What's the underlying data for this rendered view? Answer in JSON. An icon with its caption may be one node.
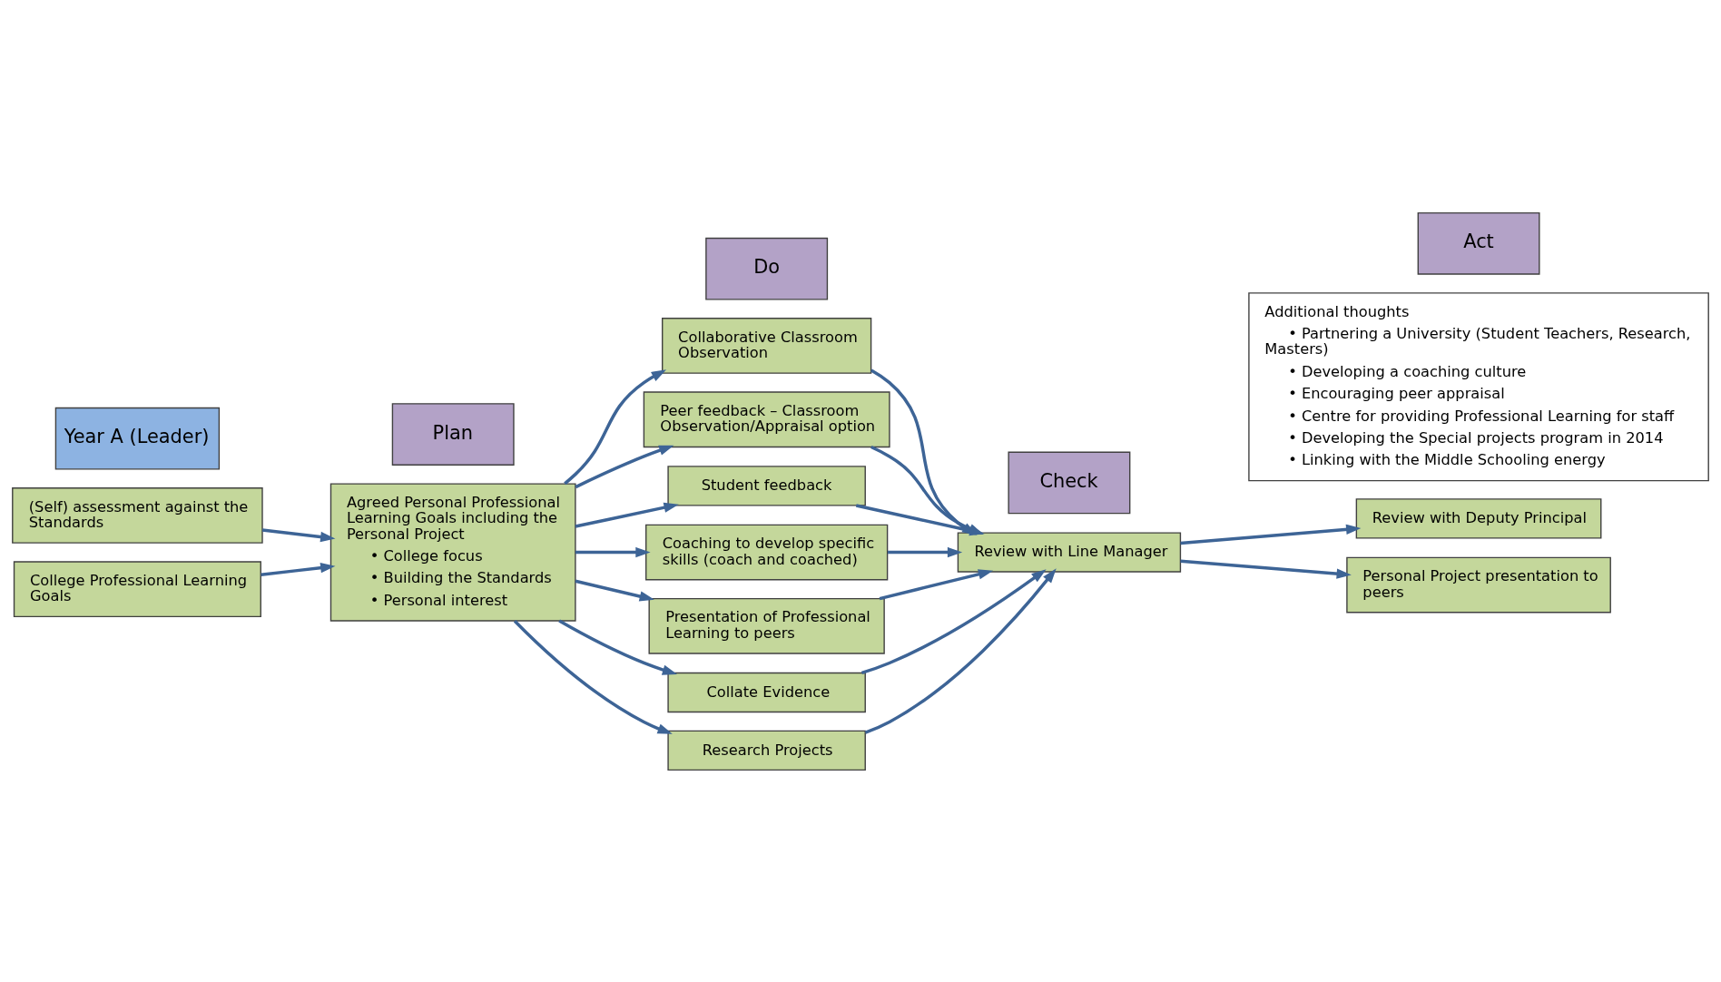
{
  "diagram": {
    "nodes": [
      {
        "text": [
          "Year A (Leader)"
        ]
      },
      {
        "text": [
          "Plan"
        ]
      },
      {
        "text": [
          "Do"
        ]
      },
      {
        "text": [
          "Check"
        ]
      },
      {
        "text": [
          "Act"
        ]
      },
      {
        "text": [
          "(Self) assessment against the Standards"
        ]
      },
      {
        "text": [
          "College Professional Learning Goals"
        ]
      },
      {
        "text": [
          "Agreed Personal Professional Learning Goals including the Personal Project",
          "• College focus",
          "• Building the Standards",
          "• Personal interest"
        ]
      },
      {
        "text": [
          "Collaborative Classroom Observation"
        ]
      },
      {
        "text": [
          "Peer feedback – Classroom Observation/Appraisal option"
        ]
      },
      {
        "text": [
          "Student feedback"
        ]
      },
      {
        "text": [
          "Coaching to develop specific skills (coach and coached)"
        ]
      },
      {
        "text": [
          "Presentation of Professional Learning to peers"
        ]
      },
      {
        "text": [
          "Collate Evidence"
        ]
      },
      {
        "text": [
          "Research Projects"
        ]
      },
      {
        "text": [
          "Review with Line Manager"
        ]
      },
      {
        "text": [
          "Review with Deputy Principal"
        ]
      },
      {
        "text": [
          "Personal Project presentation to peers"
        ]
      },
      {
        "text": [
          "Additional thoughts",
          "• Partnering a University (Student Teachers, Research, Masters)",
          "• Developing a coaching culture",
          "• Encouraging peer appraisal",
          "• Centre for providing Professional Learning for staff",
          "• Developing the Special projects program in 2014",
          "• Linking with the Middle Schooling energy"
        ]
      }
    ],
    "edges": [
      {
        "from": 5,
        "to": 7,
        "arrow": "to"
      },
      {
        "from": 6,
        "to": 7,
        "arrow": "to"
      },
      {
        "from": 7,
        "to": 8,
        "arrow": "to"
      },
      {
        "from": 7,
        "to": 9,
        "arrow": "to"
      },
      {
        "from": 7,
        "to": 10,
        "arrow": "to"
      },
      {
        "from": 7,
        "to": 11,
        "arrow": "to"
      },
      {
        "from": 7,
        "to": 12,
        "arrow": "to"
      },
      {
        "from": 7,
        "to": 13,
        "arrow": "to"
      },
      {
        "from": 7,
        "to": 14,
        "arrow": "to"
      },
      {
        "from": 8,
        "to": 15,
        "arrow": "to"
      },
      {
        "from": 9,
        "to": 15,
        "arrow": "to"
      },
      {
        "from": 10,
        "to": 15,
        "arrow": "to"
      },
      {
        "from": 11,
        "to": 15,
        "arrow": "to"
      },
      {
        "from": 12,
        "to": 15,
        "arrow": "to"
      },
      {
        "from": 13,
        "to": 15,
        "arrow": "to"
      },
      {
        "from": 14,
        "to": 15,
        "arrow": "to"
      },
      {
        "from": 15,
        "to": 16,
        "arrow": "to"
      },
      {
        "from": 15,
        "to": 17,
        "arrow": "to"
      }
    ]
  }
}
